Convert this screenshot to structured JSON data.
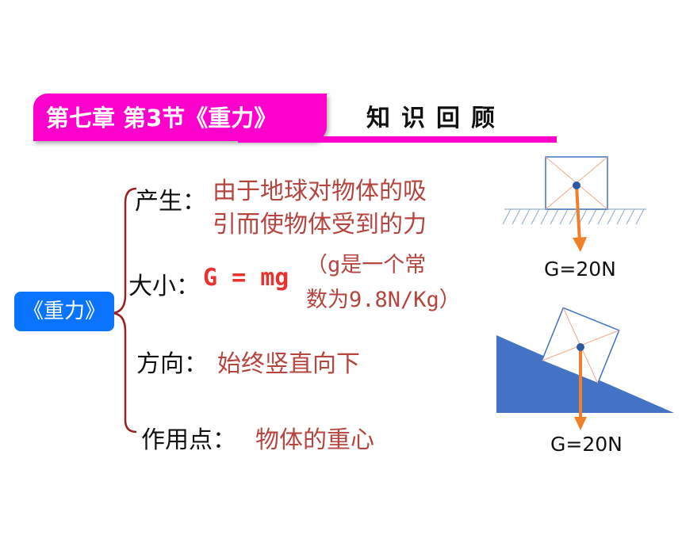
{
  "header": {
    "title": "第七章  第3节《重力》",
    "subtitle": "知识回顾"
  },
  "mindmap": {
    "topic": "《重力》",
    "branches": [
      {
        "label": "产生：",
        "lines": [
          "由于地球对物体的吸",
          "引而使物体受到的力"
        ]
      },
      {
        "label": "大小：",
        "formula": "G = mg",
        "note_lines": [
          "（g是一个常",
          "数为9.8N/Kg）"
        ]
      },
      {
        "label": "方向：",
        "lines": [
          "始终竖直向下"
        ]
      },
      {
        "label": "作用点：",
        "lines": [
          "物体的重心"
        ]
      }
    ]
  },
  "diagrams": {
    "flat": {
      "force_label": "G=20N"
    },
    "incline": {
      "force_label": "G=20N"
    },
    "colors": {
      "arrow": "#f07f2a",
      "box_stroke": "#4472c4",
      "incline_fill": "#4472c4",
      "ground_hatch": "#9ab0d6",
      "center_dot": "#2c5aa0"
    }
  },
  "colors": {
    "banner": "#ff00cc",
    "topic_box": "#0a74ff",
    "description": "#b5453e",
    "formula": "#e8322e"
  }
}
